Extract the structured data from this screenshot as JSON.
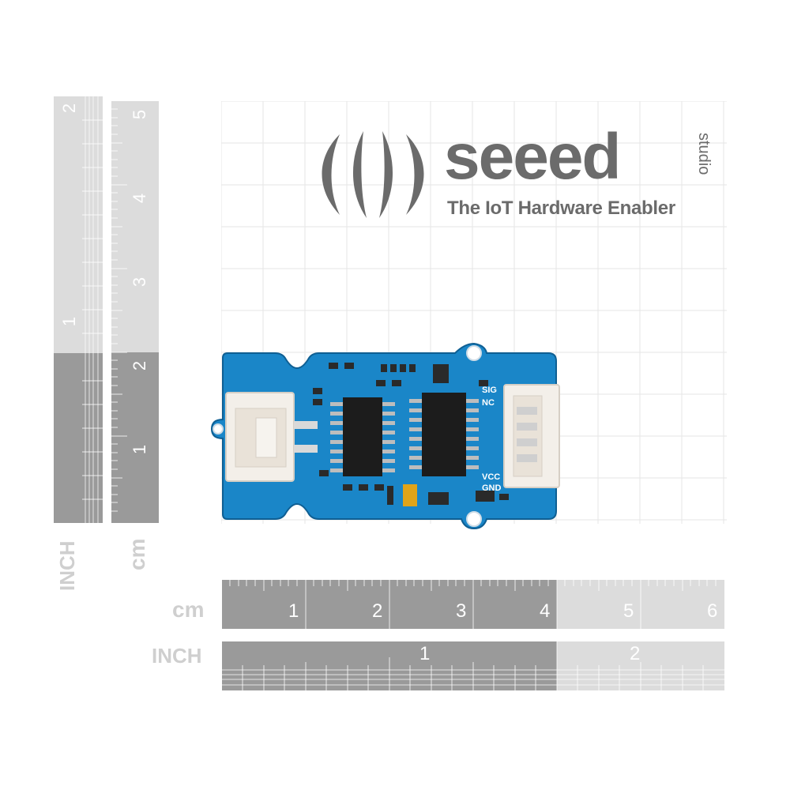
{
  "brand": {
    "name": "seeed",
    "sub": "studio",
    "tagline": "The IoT Hardware Enabler"
  },
  "rulers": {
    "vertical_inch": {
      "unit": "INCH",
      "labels": [
        "2",
        "1"
      ]
    },
    "vertical_cm": {
      "unit": "cm",
      "labels": [
        "5",
        "4",
        "3",
        "2",
        "1"
      ]
    },
    "horizontal_cm": {
      "unit": "cm",
      "labels": [
        "1",
        "2",
        "3",
        "4",
        "5",
        "6"
      ]
    },
    "horizontal_inch": {
      "unit": "INCH",
      "labels": [
        "1",
        "2"
      ]
    }
  },
  "board": {
    "pins": [
      "SIG",
      "NC",
      "VCC",
      "GND"
    ],
    "color": "#1a86c8"
  },
  "colors": {
    "ruler_dark": "#9a9a9a",
    "ruler_light": "#dcdcdc",
    "grid": "#e6e6e6",
    "logo": "#6b6b6b"
  }
}
